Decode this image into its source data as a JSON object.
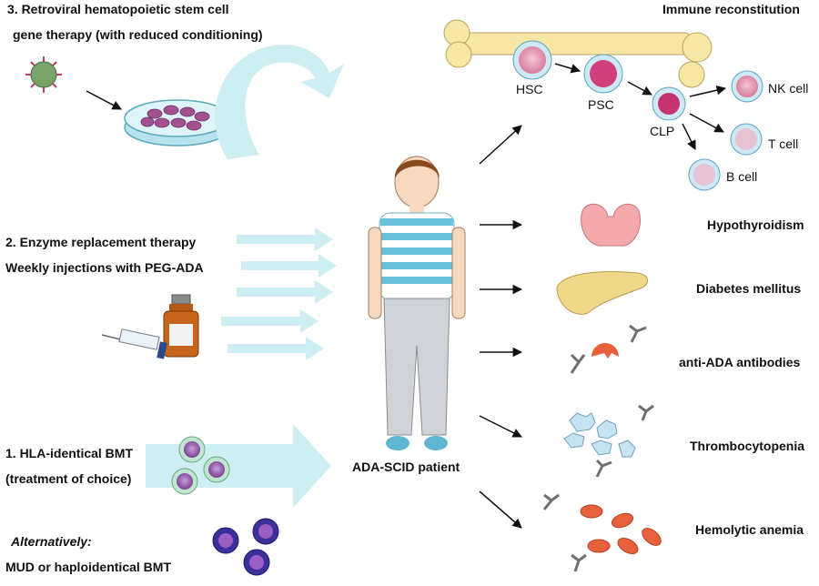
{
  "therapies": {
    "gene_therapy": {
      "line1": "3. Retroviral hematopoietic stem cell",
      "line2": "gene therapy (with reduced conditioning)"
    },
    "enzyme": {
      "line1": "2. Enzyme replacement therapy",
      "line2": "Weekly injections with PEG-ADA"
    },
    "bmt": {
      "line1": "1. HLA-identical BMT",
      "line2": "(treatment of choice)",
      "alt_label": "Alternatively:",
      "alt_text": "MUD or haploidentical BMT"
    }
  },
  "patient": {
    "label": "ADA-SCID patient"
  },
  "reconstitution": {
    "title": "Immune reconstitution",
    "cells": {
      "hsc": "HSC",
      "psc": "PSC",
      "clp": "CLP",
      "nk": "NK cell",
      "t": "T cell",
      "b": "B cell"
    }
  },
  "outcomes": {
    "hypothyroidism": "Hypothyroidism",
    "diabetes": "Diabetes mellitus",
    "antibodies": "anti-ADA antibodies",
    "thrombocytopenia": "Thrombocytopenia",
    "anemia": "Hemolytic anemia"
  },
  "colors": {
    "arrow_fill": "#cdeef3",
    "cell_purple": "#8a4aa0",
    "rbc_red": "#e8603c",
    "bone": "#f6e7a6"
  }
}
